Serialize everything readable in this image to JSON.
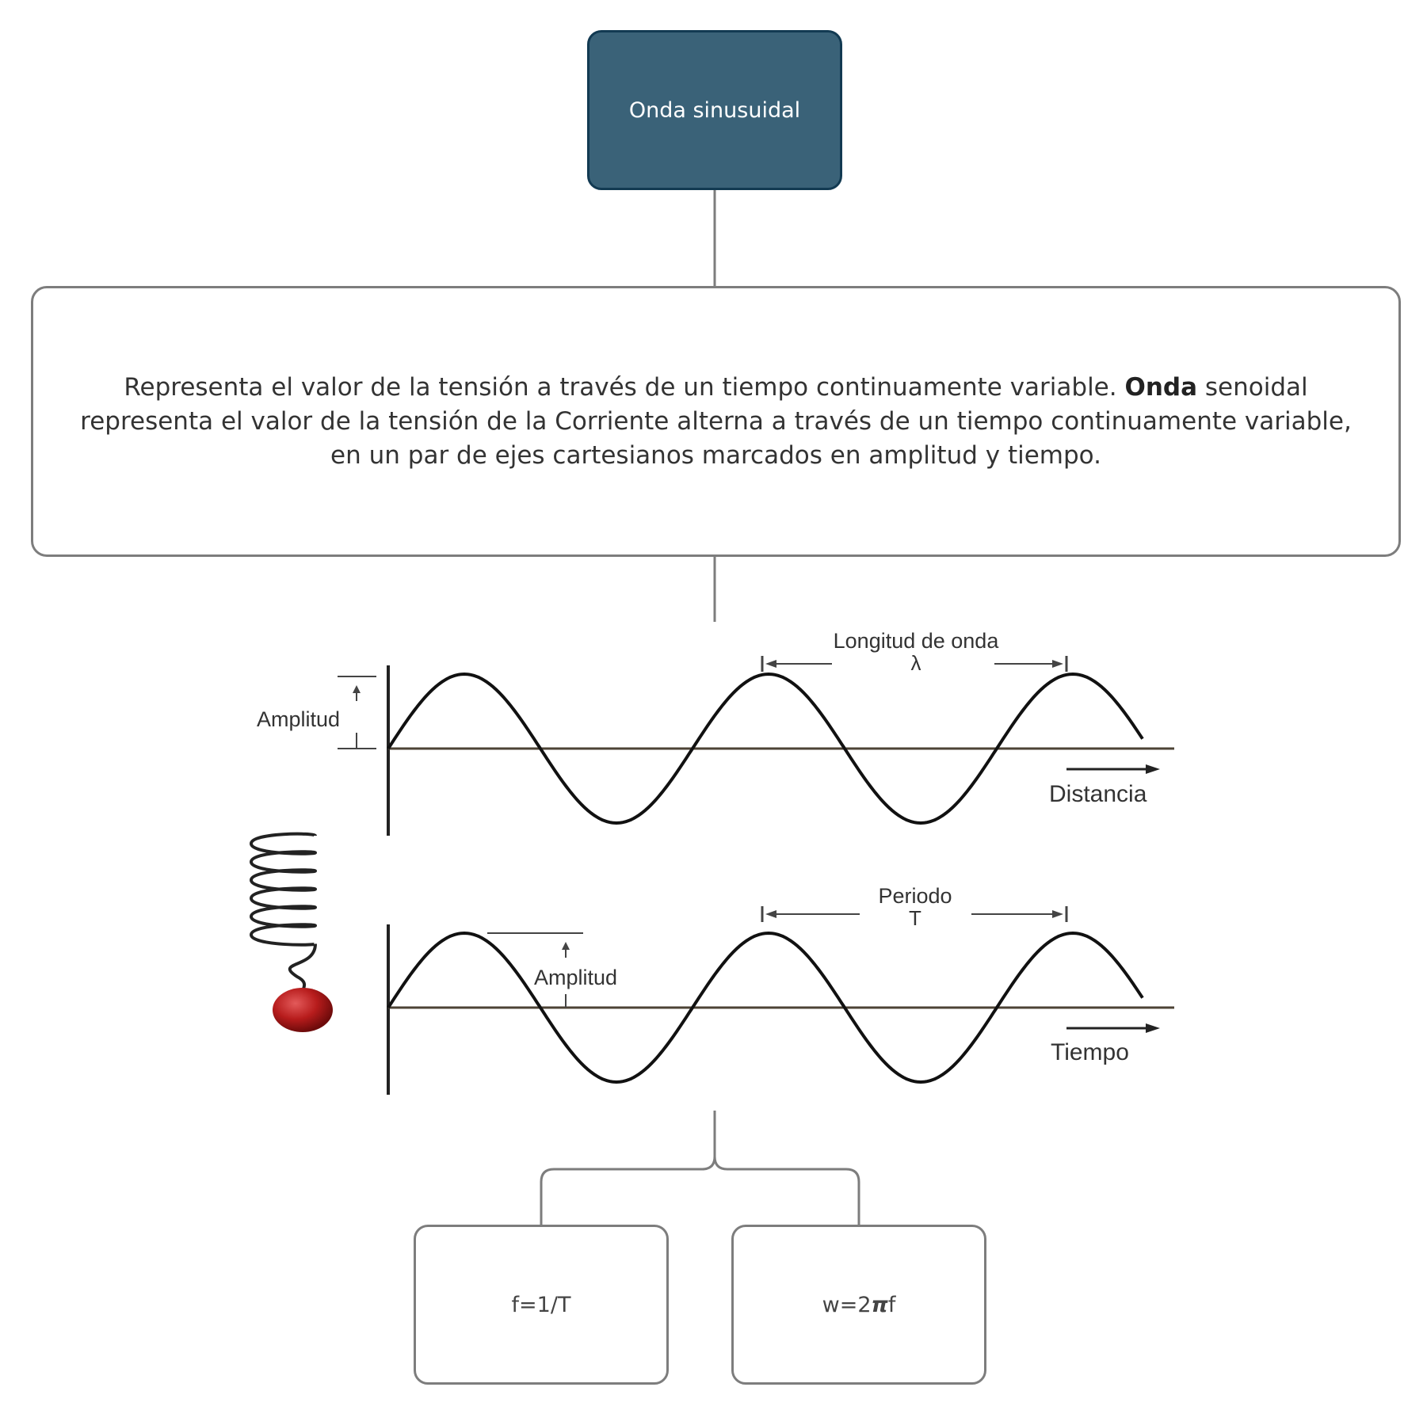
{
  "root": {
    "label": "Onda sinusuidal"
  },
  "description": {
    "before_bold": "Representa el valor de la tensión a través de un tiempo continuamente variable. ",
    "bold": "Onda",
    "after_bold": " senoidal representa el valor de la tensión de la Corriente alterna a través de un tiempo continuamente variable, en un par de ejes cartesianos marcados en amplitud y tiempo."
  },
  "figure": {
    "top_wave": {
      "amplitude_label": "Amplitud",
      "wavelength_label": "Longitud de onda",
      "wavelength_symbol": "λ",
      "axis_label": "Distancia"
    },
    "bottom_wave": {
      "amplitude_label": "Amplitud",
      "period_label": "Periodo",
      "period_symbol": "T",
      "axis_label": "Tiempo"
    },
    "colors": {
      "wave": "#111111",
      "axis": "#4d4336",
      "ball": "#b71c1c"
    }
  },
  "leaves": [
    {
      "formula": "f=1/T"
    },
    {
      "formula_prefix": "w=2",
      "formula_symbol": "π",
      "formula_suffix": "f"
    }
  ],
  "colors": {
    "root_fill": "#3a6278",
    "root_border": "#123a52",
    "node_border": "#7d7d7d",
    "connector": "#7d7d7d"
  }
}
